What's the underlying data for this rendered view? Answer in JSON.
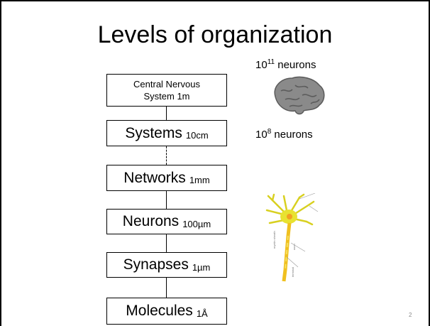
{
  "slide": {
    "title": "Levels of organization",
    "page_number": "2"
  },
  "levels": [
    {
      "name_line1": "Central Nervous",
      "name_line2": "System 1m"
    },
    {
      "name": "Systems",
      "size": "10cm"
    },
    {
      "name": "Networks",
      "size": "1mm"
    },
    {
      "name": "Neurons",
      "size": "100µm"
    },
    {
      "name": "Synapses",
      "size": "1µm"
    },
    {
      "name": "Molecules",
      "size": "1Å"
    }
  ],
  "annotations": {
    "brain_count": {
      "base": "10",
      "exponent": "11",
      "unit": "neurons"
    },
    "systems_count": {
      "base": "10",
      "exponent": "8",
      "unit": "neurons"
    }
  },
  "images": {
    "brain": "brain-illustration",
    "neuron": "neuron-illustration"
  },
  "colors": {
    "brain": "#8a8a8a",
    "neuron_body": "#e8e230",
    "neuron_nucleus": "#f2a020",
    "axon": "#f0c020"
  }
}
